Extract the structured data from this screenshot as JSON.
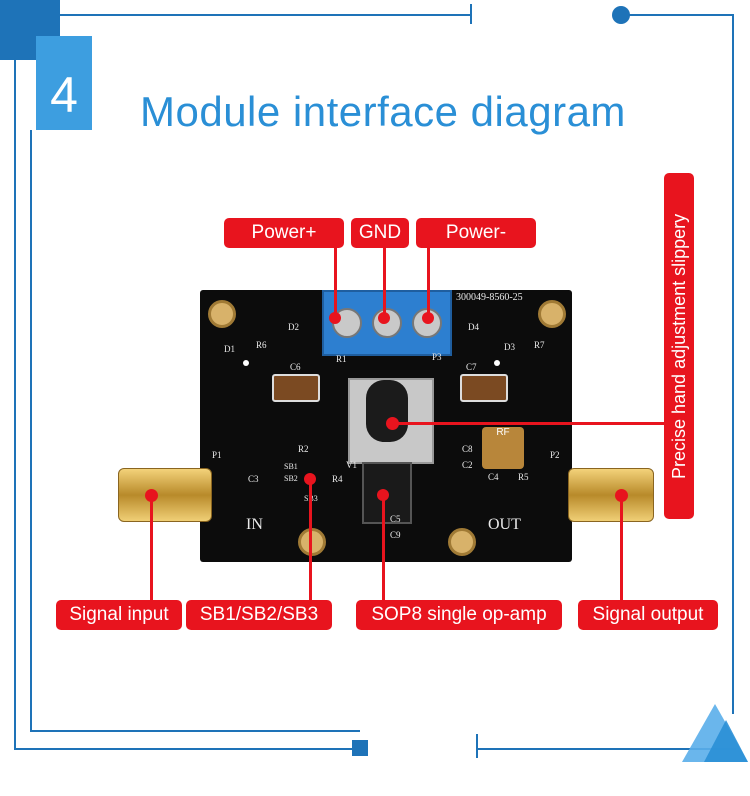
{
  "badge": {
    "number": "4"
  },
  "header": {
    "title": "Module interface diagram"
  },
  "labels": {
    "power_plus": "Power+",
    "gnd": "GND",
    "power_minus": "Power-",
    "precise": "Precise hand adjustment slippery",
    "signal_input": "Signal input",
    "sb": "SB1/SB2/SB3",
    "sop8": "SOP8 single op-amp",
    "signal_output": "Signal output"
  },
  "board_silkscreen": {
    "part_no": "300049-8560-25",
    "in": "IN",
    "out": "OUT",
    "p1": "P1",
    "p2": "P2",
    "p3": "P3",
    "r1": "R1",
    "d1": "D1",
    "d2": "D2",
    "d3": "D3",
    "d4": "D4",
    "r6": "R6",
    "r7": "R7",
    "c6": "C6",
    "c7": "C7",
    "c3": "C3",
    "c4": "C4",
    "r5": "R5",
    "r2": "R2",
    "r4": "R4",
    "v1": "V1",
    "c8": "C8",
    "c2": "C2",
    "c5": "C5",
    "c9": "C9",
    "sb1": "SB1",
    "sb2": "SB2",
    "sb3": "SB3",
    "rf": "RF"
  },
  "colors": {
    "accent_blue": "#2a8fd6",
    "frame_blue": "#1e73b8",
    "label_red": "#e8141e"
  }
}
